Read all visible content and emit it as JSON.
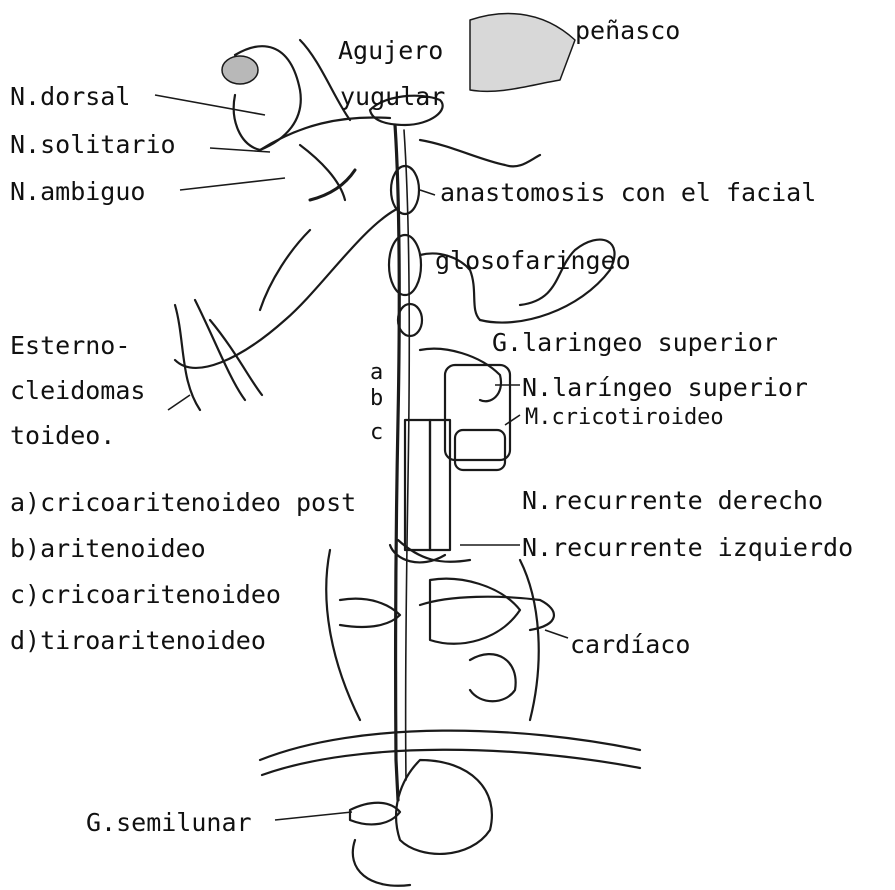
{
  "labels": {
    "agujero": "Agujero",
    "yugular": "yugular",
    "penasco": "peñasco",
    "n_dorsal": "N.dorsal",
    "n_solitario": "N.solitario",
    "n_ambiguo": "N.ambiguo",
    "anastomosis": "anastomosis con el facial",
    "glosofaringeo": "glosofaringeo",
    "esterno_1": "Esterno-",
    "esterno_2": "cleidomas",
    "esterno_3": "toideo.",
    "g_laringeo_superior": "G.laringeo superior",
    "n_laringeo_superior": "N.laríngeo superior",
    "m_cricotiroideo": "M.cricotiroideo",
    "letter_a": "a",
    "letter_b": "b",
    "letter_c": "c",
    "n_recurrente_derecho": "N.recurrente derecho",
    "n_recurrente_izquierdo": "N.recurrente izquierdo",
    "cardiaco": "cardíaco",
    "g_semilunar": "G.semilunar"
  },
  "legend": [
    "a)cricoaritenoideo post",
    "b)aritenoideo",
    "c)cricoaritenoideo",
    "d)tiroaritenoideo"
  ]
}
